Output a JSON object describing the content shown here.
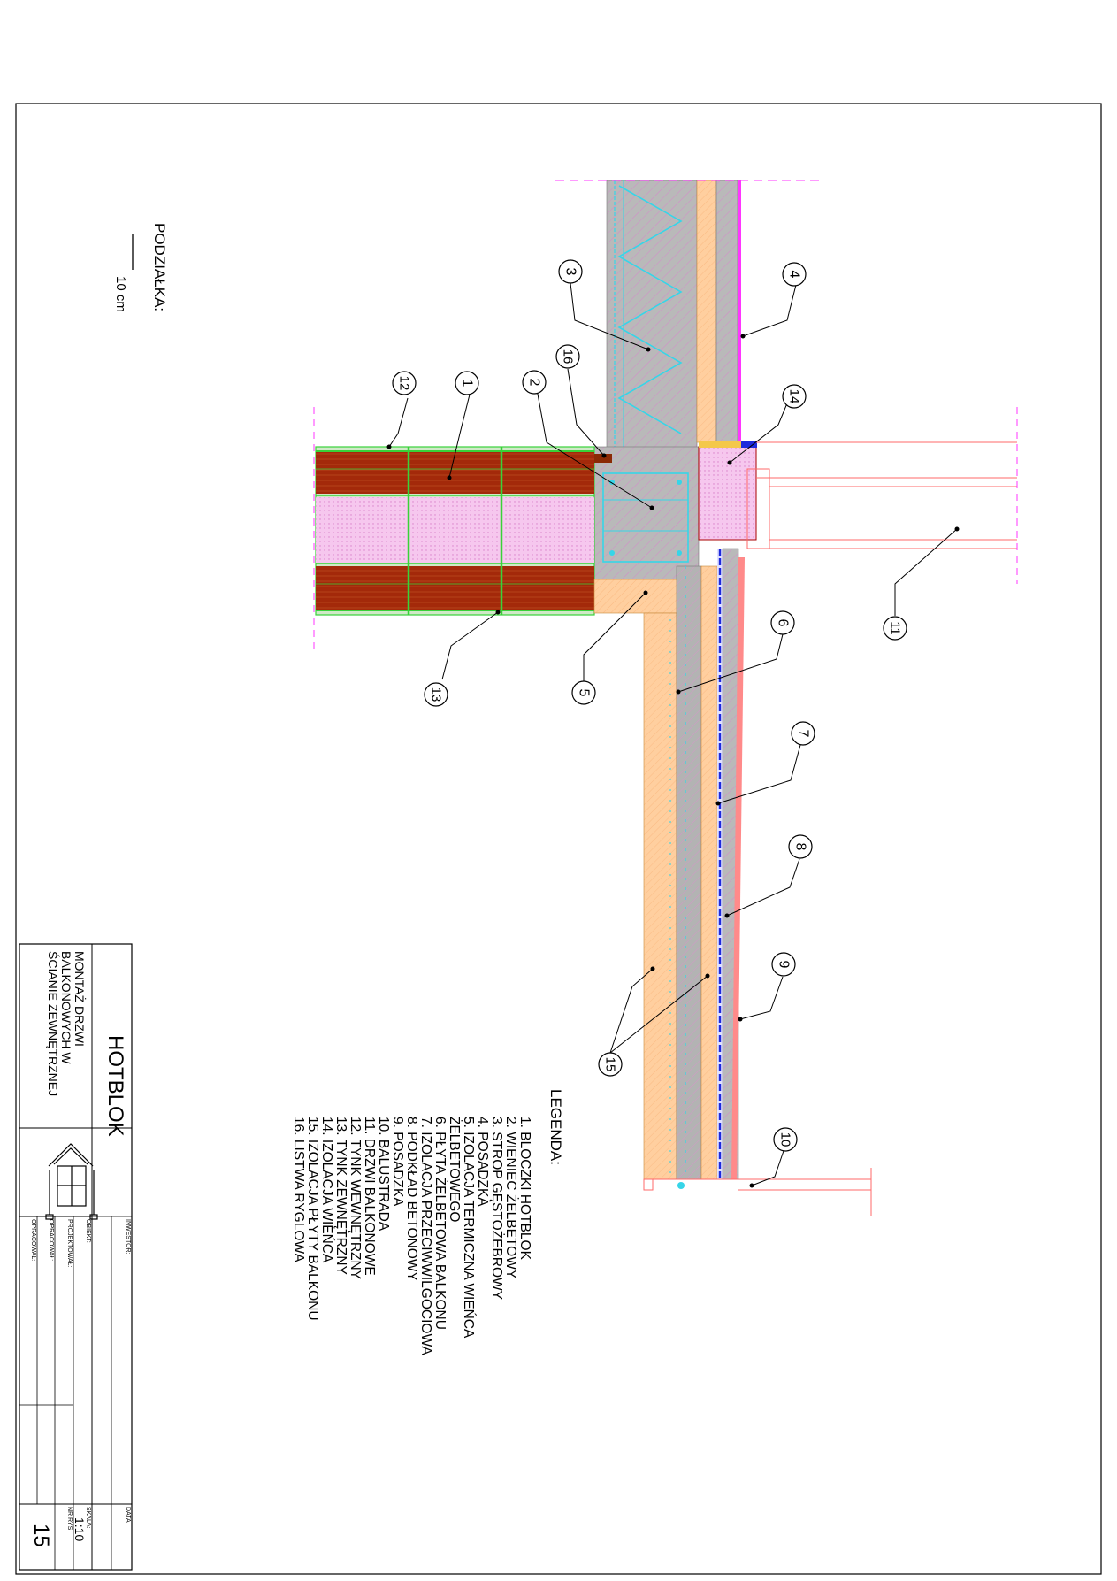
{
  "scale_label": "PODZIAŁKA:",
  "scale_bar_text": "10 cm",
  "legend": {
    "title": "LEGENDA:",
    "items": [
      "1.  BLOCZKI HOTBLOK",
      "2. WIENIEC ŻELBETOWY",
      "3. STROP GĘSTOŻEBROWY",
      "4. POSADZKA",
      "5. IZOLACJA TERMICZNA WIEŃCA",
      "    ŻELBETOWEGO",
      "6. PŁYTA ŻELBETOWA BALKONU",
      "7. IZOLACJA PRZECIWWILGOCIOWA",
      "8. PODKŁAD BETONOWY",
      "9. POSADZKA",
      "10. BALUSTRADA",
      "11. DRZWI BALKONOWE",
      "12. TYNK WEWNĘTRZNY",
      "13. TYNK ZEWNĘTRZNY",
      "14. IZOLACJA WIEŃCA",
      "15. IZOLACJA PŁYTY BALKONU",
      "16. LISTWA RYGLOWA"
    ]
  },
  "callouts": [
    "1",
    "2",
    "3",
    "4",
    "5",
    "6",
    "7",
    "8",
    "9",
    "10",
    "11",
    "12",
    "13",
    "14",
    "15",
    "16"
  ],
  "title_block": {
    "brand": "HOTBLOK",
    "title_lines": [
      "MONTAŻ DRZWI",
      "BALKONOWYCH W",
      "ŚCIANIE ZEWNĘTRZNEJ"
    ],
    "inwestor_label": "INWESTOR:",
    "obiekt_label": "OBIEKT:",
    "projektowal_label": "PROJEKTOWAŁ:",
    "opracowal_label": "OPRACOWAŁ:",
    "opracowal2_label": "OPRACOWAŁ:",
    "data_label": "DATA:",
    "skala_label": "SKALA:",
    "skala_value": "1:10",
    "nr_rys_label": "NR RYS:",
    "nr_rys_value": "15"
  },
  "colors": {
    "block": "#a52a0a",
    "insulation": "#f3c6ec",
    "grid": "#39d239",
    "concrete": "#b8b8b8",
    "thermal": "#ffd0a0",
    "rebar": "#37d6e6",
    "waterproof": "#1e2adc",
    "finish": "#ff6a6a",
    "magenta": "#ff35ff"
  }
}
